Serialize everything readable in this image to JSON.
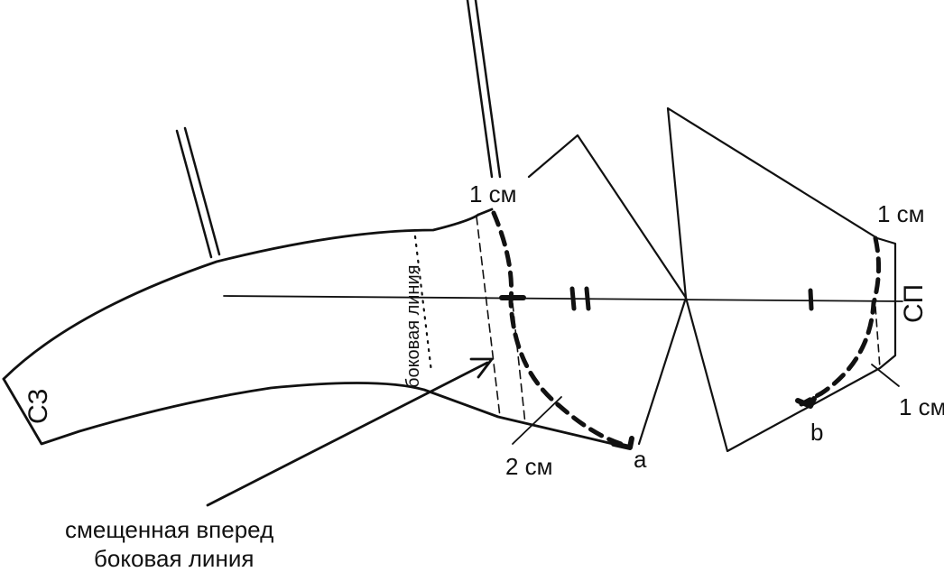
{
  "labels": {
    "cz": "СЗ",
    "sp": "СП",
    "side_line_vertical": "боковая линия",
    "shift_1cm_top": "1 см",
    "shift_1cm_right_top": "1 см",
    "shift_1cm_right_bottom": "1 см",
    "shift_2cm": "2 см",
    "point_a": "a",
    "point_b": "b",
    "caption_line1": "смещенная вперед",
    "caption_line2": "боковая линия"
  },
  "colors": {
    "ink": "#111111",
    "paper": "#ffffff"
  }
}
